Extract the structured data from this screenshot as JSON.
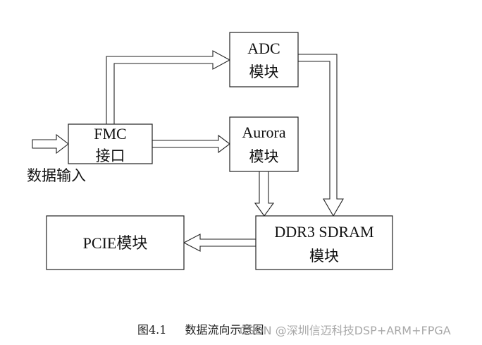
{
  "diagram": {
    "type": "block-diagram",
    "title": "数据流向示意图",
    "blocks": {
      "adc": {
        "line1": "ADC",
        "line2": "模块"
      },
      "fmc": {
        "line1": "FMC",
        "line2": "接口"
      },
      "aurora": {
        "line1": "Aurora",
        "line2": "模块"
      },
      "ddr3": {
        "line1": "DDR3 SDRAM",
        "line2": "模块"
      },
      "pcie": {
        "line1": "PCIE模块"
      }
    },
    "input_label": "数据输入",
    "connections": [
      {
        "from": "input",
        "to": "FMC接口"
      },
      {
        "from": "FMC接口",
        "to": "ADC模块"
      },
      {
        "from": "FMC接口",
        "to": "Aurora模块"
      },
      {
        "from": "ADC模块",
        "to": "DDR3 SDRAM模块"
      },
      {
        "from": "Aurora模块",
        "to": "DDR3 SDRAM模块"
      },
      {
        "from": "DDR3 SDRAM模块",
        "to": "PCIE模块"
      }
    ]
  },
  "caption": {
    "figure_number": "图4.1",
    "text": "数据流向示意图"
  },
  "watermark": "CSDN @深圳信迈科技DSP+ARM+FPGA"
}
